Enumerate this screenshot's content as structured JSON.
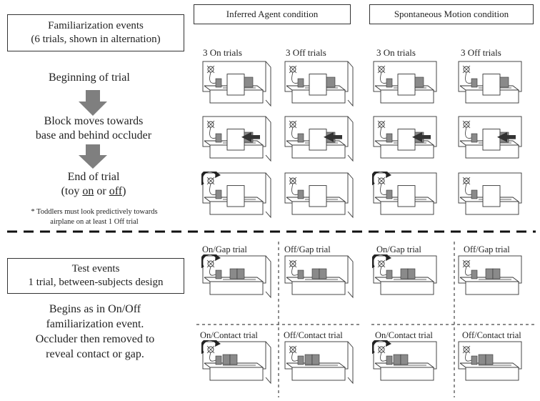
{
  "familiarization": {
    "box_line1": "Familiarization events",
    "box_line2": "(6 trials, shown in alternation)",
    "step1": "Beginning of trial",
    "step2_line1": "Block moves towards",
    "step2_line2": "base and behind occluder",
    "step3_line1": "End of trial",
    "step3_line2_pre": "(toy ",
    "step3_on": "on",
    "step3_or": " or ",
    "step3_off": "off",
    "step3_close": ")",
    "note_line1": "* Toddlers must look predictively towards",
    "note_line2": "airplane on at least 1 Off trial"
  },
  "conditions": {
    "inferred": "Inferred Agent condition",
    "spontaneous": "Spontaneous Motion condition"
  },
  "columns": [
    "3 On trials",
    "3 Off trials",
    "3 On trials",
    "3 Off trials"
  ],
  "test": {
    "box_line1": "Test events",
    "box_line2": "1 trial, between-subjects design",
    "desc_line1": "Begins as in On/Off",
    "desc_line2": "familiarization event.",
    "desc_line3": "Occluder then removed to",
    "desc_line4": "reveal contact or gap.",
    "labels": [
      "On/Gap trial",
      "Off/Gap trial",
      "On/Gap trial",
      "Off/Gap trial",
      "On/Contact trial",
      "Off/Contact trial",
      "On/Contact trial",
      "Off/Contact trial"
    ]
  },
  "colors": {
    "arrow": "#7f7f7f",
    "line": "#333333",
    "block": "#8a8a8a"
  }
}
